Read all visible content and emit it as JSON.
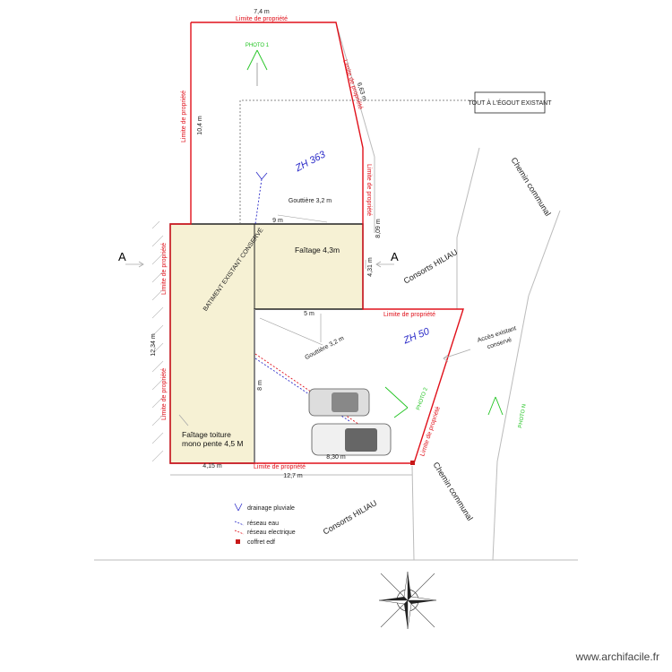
{
  "plan": {
    "property_limit_label": "Limite de propriété",
    "dimensions": {
      "top_width": "7,4 m",
      "top_right_diag": "6,63 m",
      "left_upper": "10,4 m",
      "building_width": "9 m",
      "right_upper": "8,09 m",
      "annex_height": "4,31 m",
      "annex_width": "5 m",
      "left_lower": "12,34 m",
      "inner_vertical": "8 m",
      "bottom_left": "4,15 m",
      "bottom_right": "8,30 m",
      "bottom_total": "12,7 m"
    },
    "labels": {
      "photo1": "PHOTO 1",
      "photo2": "PHOTO 2",
      "photo3": "PHOTO N",
      "sewer_box": "TOUT À L'ÉGOUT EXISTANT",
      "parcel_zh363": "ZH 363",
      "parcel_zh50": "ZH 50",
      "chemin_top": "Chemin communal",
      "chemin_bottom": "Chemin communal",
      "consorts_top": "Consorts HILIAU",
      "consorts_bottom": "Consorts HILIAU",
      "gutter_top": "Gouttière 3,2 m",
      "gutter_mid": "Gouttière 3,2 m",
      "ridge_annex": "Faîtage 4,3m",
      "existing_building": "BATIMENT EXISTANT CONSERVÉ",
      "roof_ridge_line1": "Faîtage toiture",
      "roof_ridge_line2": "mono pente 4,5 M",
      "access_line1": "Accès existant",
      "access_line2": "conservé",
      "section_a_left": "A",
      "section_a_right": "A"
    },
    "legend": [
      {
        "label": "drainage pluviale",
        "color": "#2a2ac8",
        "icon": "drainage-icon"
      },
      {
        "label": "réseau eau",
        "color": "#2a2ac8",
        "icon": "water-line-icon"
      },
      {
        "label": "réseau electrique",
        "color": "#e0101a",
        "icon": "electric-line-icon"
      },
      {
        "label": "coffret edf",
        "color": "#c81818",
        "icon": "edf-box-icon"
      }
    ],
    "watermark": "www.archifacile.fr",
    "colors": {
      "property_line": "#e0101a",
      "building_fill": "#f6f1d4",
      "blue": "#2a2ac8",
      "green": "#22c422"
    }
  }
}
